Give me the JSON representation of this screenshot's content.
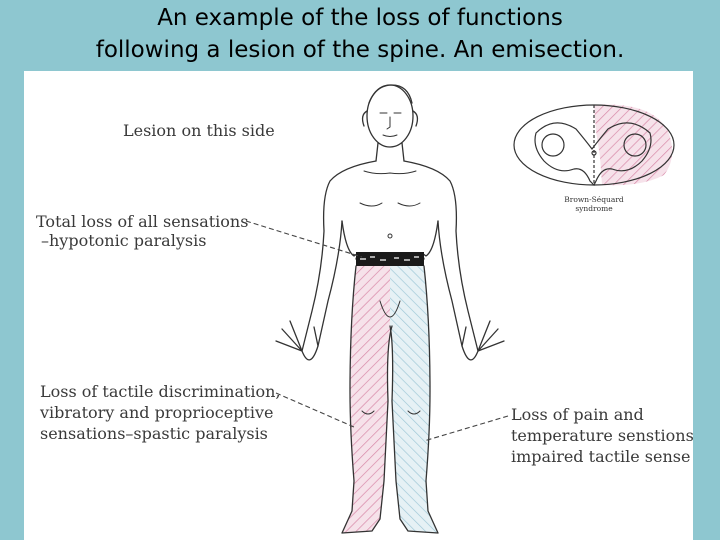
{
  "title": {
    "line1": "An example of the loss of functions",
    "line2": "following a lesion of the spine. An emisection."
  },
  "labels": {
    "lesion_side": "Lesion on this side",
    "total_loss_line1": "Total loss of all sensations",
    "total_loss_line2": "–hypotonic paralysis",
    "tactile_line1": "Loss of tactile discrimination,",
    "tactile_line2": "vibratory and proprioceptive",
    "tactile_line3": "sensations–spastic paralysis",
    "pain_line1": "Loss of pain and",
    "pain_line2": "temperature senstions",
    "pain_line3": "impaired tactile sense"
  },
  "inset": {
    "caption_line1": "Brown-Séquard",
    "caption_line2": "syndrome"
  },
  "colors": {
    "background": "#8ec7d0",
    "panel": "#ffffff",
    "ipsilateral_hatch": "#d889a8",
    "contralateral_hatch": "#9cc6d6",
    "outline": "#333333",
    "lesion_band": "#1a1a1a"
  }
}
